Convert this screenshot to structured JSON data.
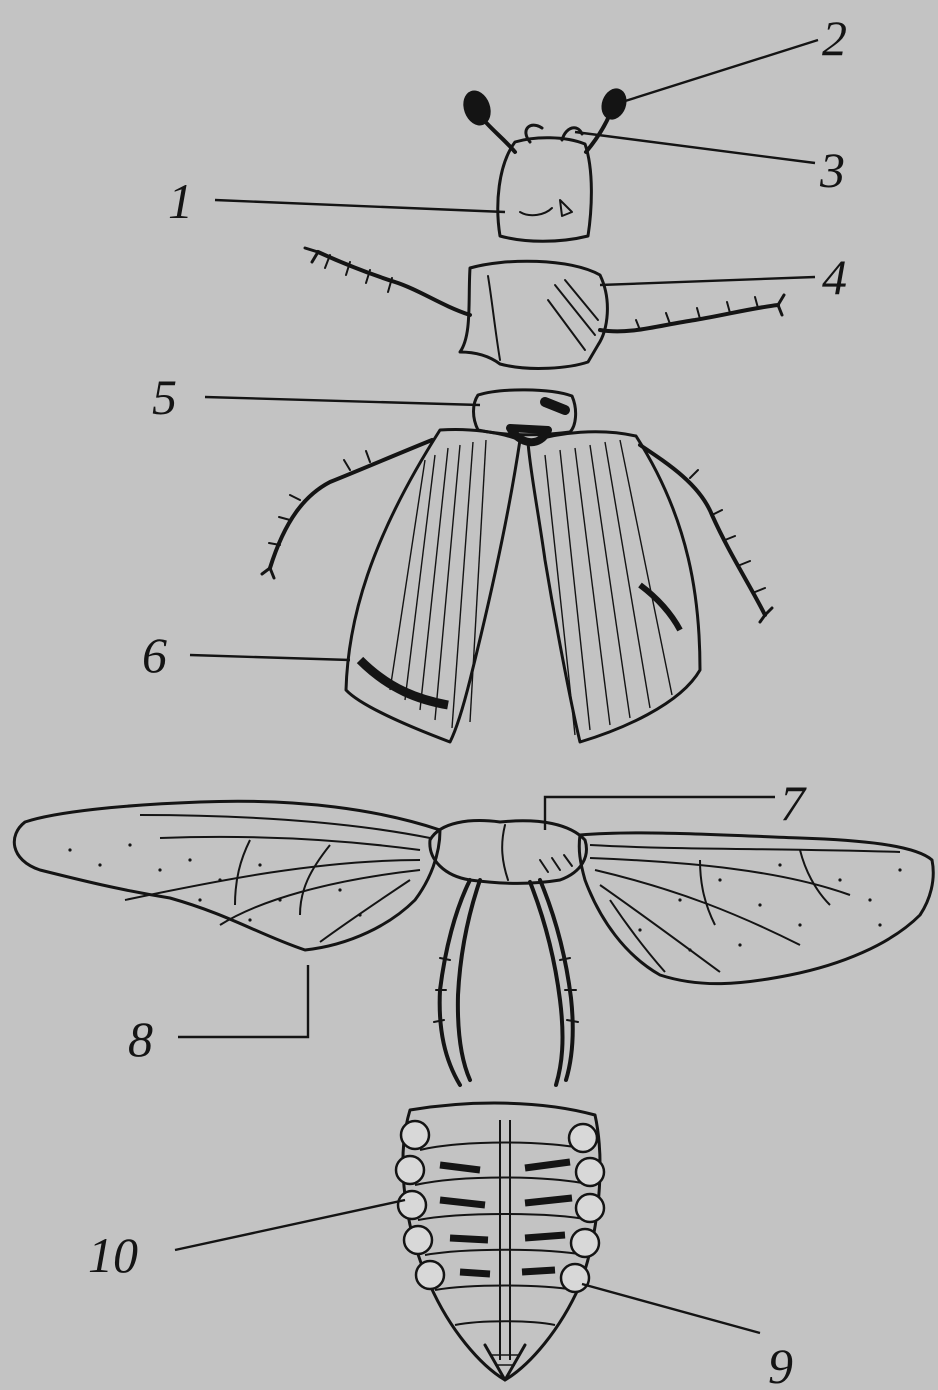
{
  "figure": {
    "parts": [
      {
        "id": "head",
        "callout": "1"
      },
      {
        "id": "antenna",
        "callout": "2"
      },
      {
        "id": "mouthparts",
        "callout": "3"
      },
      {
        "id": "prothorax",
        "callout": "4"
      },
      {
        "id": "mesothorax",
        "callout": "5"
      },
      {
        "id": "elytra",
        "callout": "6"
      },
      {
        "id": "metathorax",
        "callout": "7"
      },
      {
        "id": "hind-wing",
        "callout": "8"
      },
      {
        "id": "spiracle",
        "callout": "9"
      },
      {
        "id": "abdomen",
        "callout": "10"
      }
    ]
  },
  "colors": {
    "background": "#c3c3c3",
    "ink": "#141414",
    "paper": "#d8d8d8"
  }
}
